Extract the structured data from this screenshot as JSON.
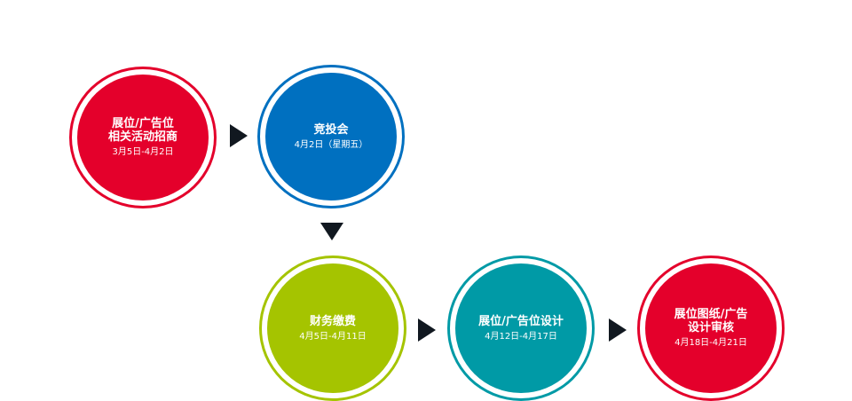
{
  "steps": [
    {
      "title": "展位/广告位\n相关活动招商",
      "date": "3月5日-4月2日",
      "color": "#e4002b"
    },
    {
      "title": "竞投会",
      "date": "4月2日（星期五）",
      "color": "#0070c0"
    },
    {
      "title": "财务缴费",
      "date": "4月5日-4月11日",
      "color": "#a5c400"
    },
    {
      "title": "展位/广告位设计",
      "date": "4月12日-4月17日",
      "color": "#009aa6"
    },
    {
      "title": "展位图纸/广告\n设计审核",
      "date": "4月18日-4月21日",
      "color": "#e4002b"
    }
  ],
  "arrow_color": "#111820"
}
